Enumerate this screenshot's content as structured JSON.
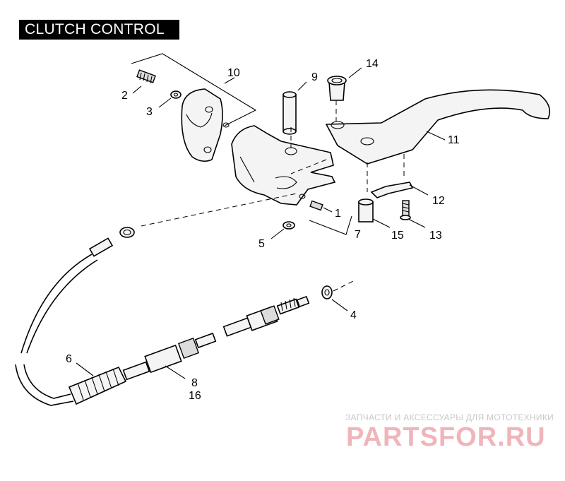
{
  "title": "CLUTCH CONTROL",
  "callouts": {
    "c1": "1",
    "c2": "2",
    "c3": "3",
    "c4": "4",
    "c5": "5",
    "c6": "6",
    "c7": "7",
    "c8": "8",
    "c9": "9",
    "c10": "10",
    "c11": "11",
    "c12": "12",
    "c13": "13",
    "c14": "14",
    "c15": "15",
    "c16": "16"
  },
  "watermark": {
    "tagline": "ЗАПЧАСТИ И АКСЕССУАРЫ ДЛЯ МОТОТЕХНИКИ",
    "logo": "PARTSFOR.RU"
  },
  "colors": {
    "line": "#000000",
    "background": "#ffffff",
    "title_bg": "#000000",
    "title_fg": "#ffffff",
    "watermark_logo": "#e27882"
  }
}
